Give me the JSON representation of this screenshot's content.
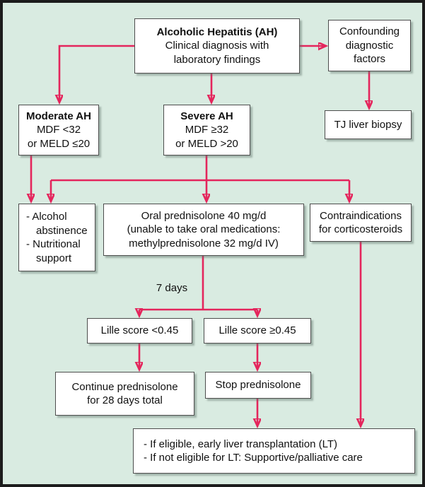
{
  "figure": {
    "background_color": "#d9ebe1",
    "frame_border_color": "#1c1c1c",
    "arrow_color": "#e4255c",
    "box_border_color": "#4d4d4d"
  },
  "nodes": {
    "ah": {
      "title": "Alcoholic Hepatitis (AH)",
      "lines": [
        "Clinical diagnosis with",
        "laboratory findings"
      ]
    },
    "confounding": {
      "lines": [
        "Confounding",
        "diagnostic",
        "factors"
      ]
    },
    "tj_biopsy": {
      "lines": [
        "TJ liver biopsy"
      ]
    },
    "moderate": {
      "title": "Moderate AH",
      "lines": [
        "MDF <32",
        "or MELD ≤20"
      ]
    },
    "severe": {
      "title": "Severe AH",
      "lines": [
        "MDF ≥32",
        "or MELD >20"
      ]
    },
    "supportive_care": {
      "lines": [
        "- Alcohol",
        "abstinence",
        "- Nutritional",
        "support"
      ]
    },
    "prednisolone": {
      "lines": [
        "Oral prednisolone 40 mg/d",
        "(unable to take oral medications:",
        "methylprednisolone 32 mg/d IV)"
      ]
    },
    "contraindications": {
      "lines": [
        "Contraindications",
        "for corticosteroids"
      ]
    },
    "lille_low": {
      "lines": [
        "Lille score <0.45"
      ]
    },
    "lille_high": {
      "lines": [
        "Lille score ≥0.45"
      ]
    },
    "continue_prednisolone": {
      "lines": [
        "Continue prednisolone",
        "for 28 days total"
      ]
    },
    "stop_prednisolone": {
      "lines": [
        "Stop prednisolone"
      ]
    },
    "transplant": {
      "lines": [
        "- If eligible, early liver transplantation (LT)",
        "- If not eligible for LT: Supportive/palliative care"
      ]
    }
  },
  "labels": {
    "seven_days": "7 days"
  }
}
